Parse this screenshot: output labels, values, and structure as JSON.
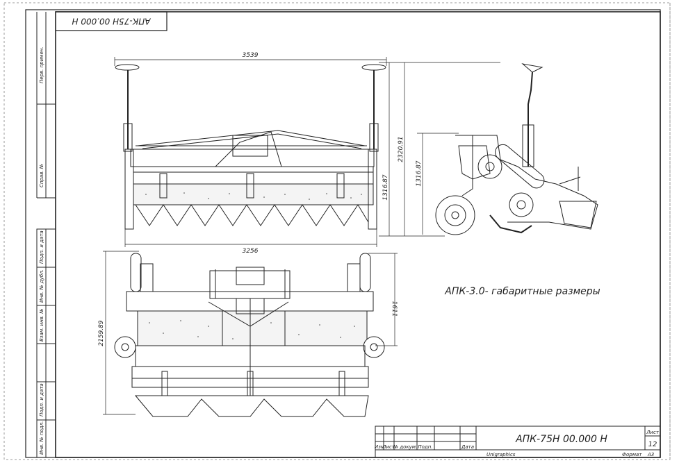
{
  "stamp": {
    "code_mirrored": "АПК-75Н 00.000 Н"
  },
  "caption": "АПК-3.0- габаритные размеры",
  "dimensions": {
    "front_total_width": "3539",
    "front_base_width": "3256",
    "front_height_total": "2320.91",
    "front_height_lower": "1316.87",
    "side_height": "1316.87",
    "plan_length": "2159.89",
    "plan_width": "1611"
  },
  "side_strip": [
    "Перв. примен.",
    "Справ. №",
    "Подп. и дата",
    "Инв. № дубл.",
    "Взам. инв. №",
    "Подп. и дата",
    "Инв. № подл."
  ],
  "title_block": {
    "code": "АПК-75Н 00.000 Н",
    "row_labels": [
      "Изм",
      "Лист",
      "№ докум.",
      "Подп.",
      "Дата"
    ],
    "sheet_label": "Лист",
    "sheet_number": "12",
    "footer_left": "Unigraphics",
    "footer_format_label": "Формат",
    "footer_format_value": "А3"
  },
  "colors": {
    "line": "#222222",
    "paper": "#ffffff"
  }
}
